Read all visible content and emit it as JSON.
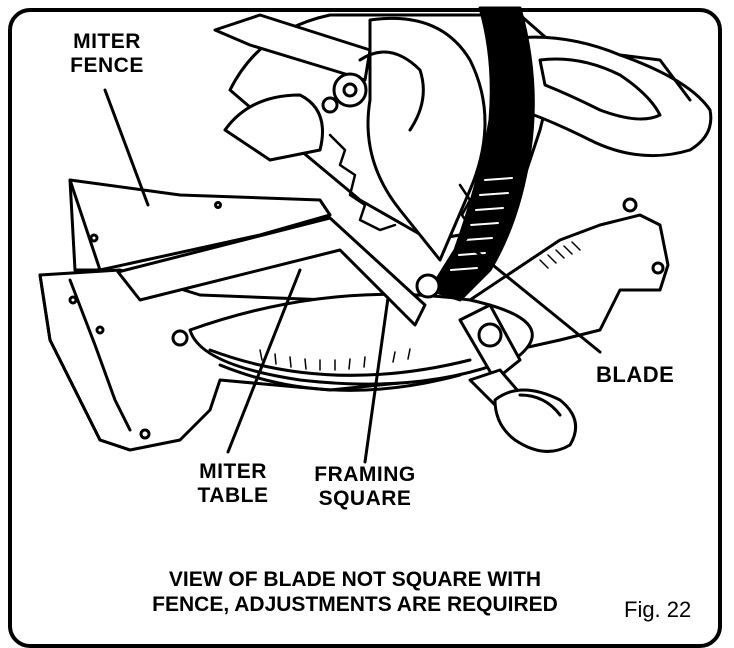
{
  "labels": {
    "miter_fence_line1": "MITER",
    "miter_fence_line2": "FENCE",
    "blade": "BLADE",
    "miter_table_line1": "MITER",
    "miter_table_line2": "TABLE",
    "framing_square_line1": "FRAMING",
    "framing_square_line2": "SQUARE"
  },
  "caption": {
    "line1": "VIEW OF BLADE NOT SQUARE WITH",
    "line2": "FENCE, ADJUSTMENTS ARE REQUIRED"
  },
  "figure_number": "Fig. 22",
  "colors": {
    "ink": "#000000",
    "paper": "#ffffff"
  }
}
